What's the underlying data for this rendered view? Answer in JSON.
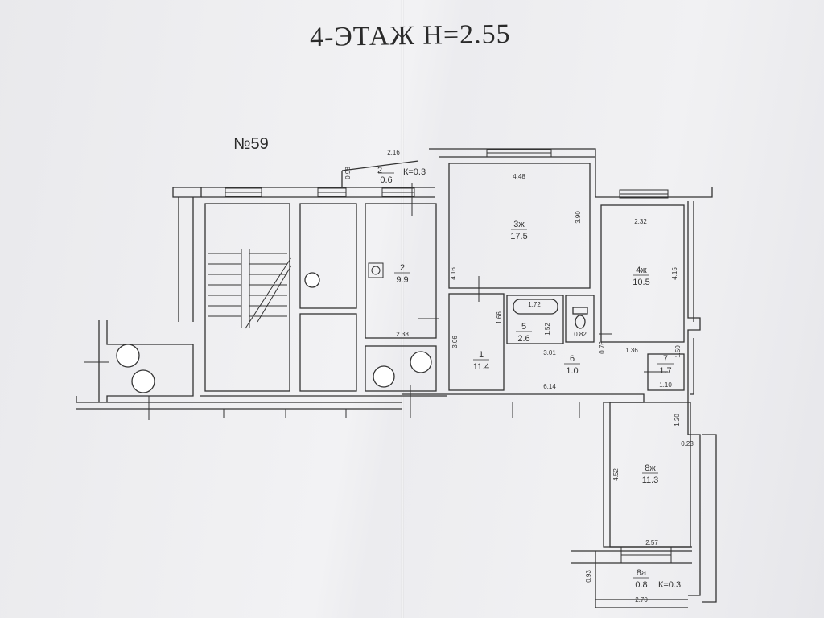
{
  "header": {
    "title": "4-ЭТАЖ  Н=2.55",
    "flat_number": "№59"
  },
  "rooms": [
    {
      "id": "1",
      "label": "1",
      "area": "11.4"
    },
    {
      "id": "2",
      "label": "2",
      "area": "9.9"
    },
    {
      "id": "2a",
      "label": "2а",
      "area": "0.6",
      "coef": "К=0.3"
    },
    {
      "id": "3",
      "label": "3ж",
      "area": "17.5"
    },
    {
      "id": "4",
      "label": "4ж",
      "area": "10.5"
    },
    {
      "id": "5",
      "label": "5",
      "area": "2.6"
    },
    {
      "id": "6",
      "label": "6",
      "area": "1.0"
    },
    {
      "id": "7",
      "label": "7",
      "area": "1.7"
    },
    {
      "id": "8",
      "label": "8ж",
      "area": "11.3"
    },
    {
      "id": "8a",
      "label": "8а",
      "area": "0.8",
      "coef": "К=0.3"
    }
  ],
  "dimensions": {
    "d_2_16": "2.16",
    "d_0_98": "0.98",
    "d_4_48": "4.48",
    "d_3_90": "3.90",
    "d_2_32": "2.32",
    "d_4_15": "4.15",
    "d_4_16": "4.16",
    "d_2_38": "2.38",
    "d_1_72": "1.72",
    "d_1_66": "1.66",
    "d_1_52": "1.52",
    "d_0_82": "0.82",
    "d_3_06": "3.06",
    "d_3_01": "3.01",
    "d_0_76": "0.76",
    "d_1_36": "1.36",
    "d_1_50": "1.50",
    "d_1_10": "1.10",
    "d_6_14": "6.14",
    "d_1_20": "1.20",
    "d_0_23": "0.23",
    "d_4_52": "4.52",
    "d_2_57": "2.57",
    "d_0_93": "0.93",
    "d_2_70": "2.70"
  }
}
